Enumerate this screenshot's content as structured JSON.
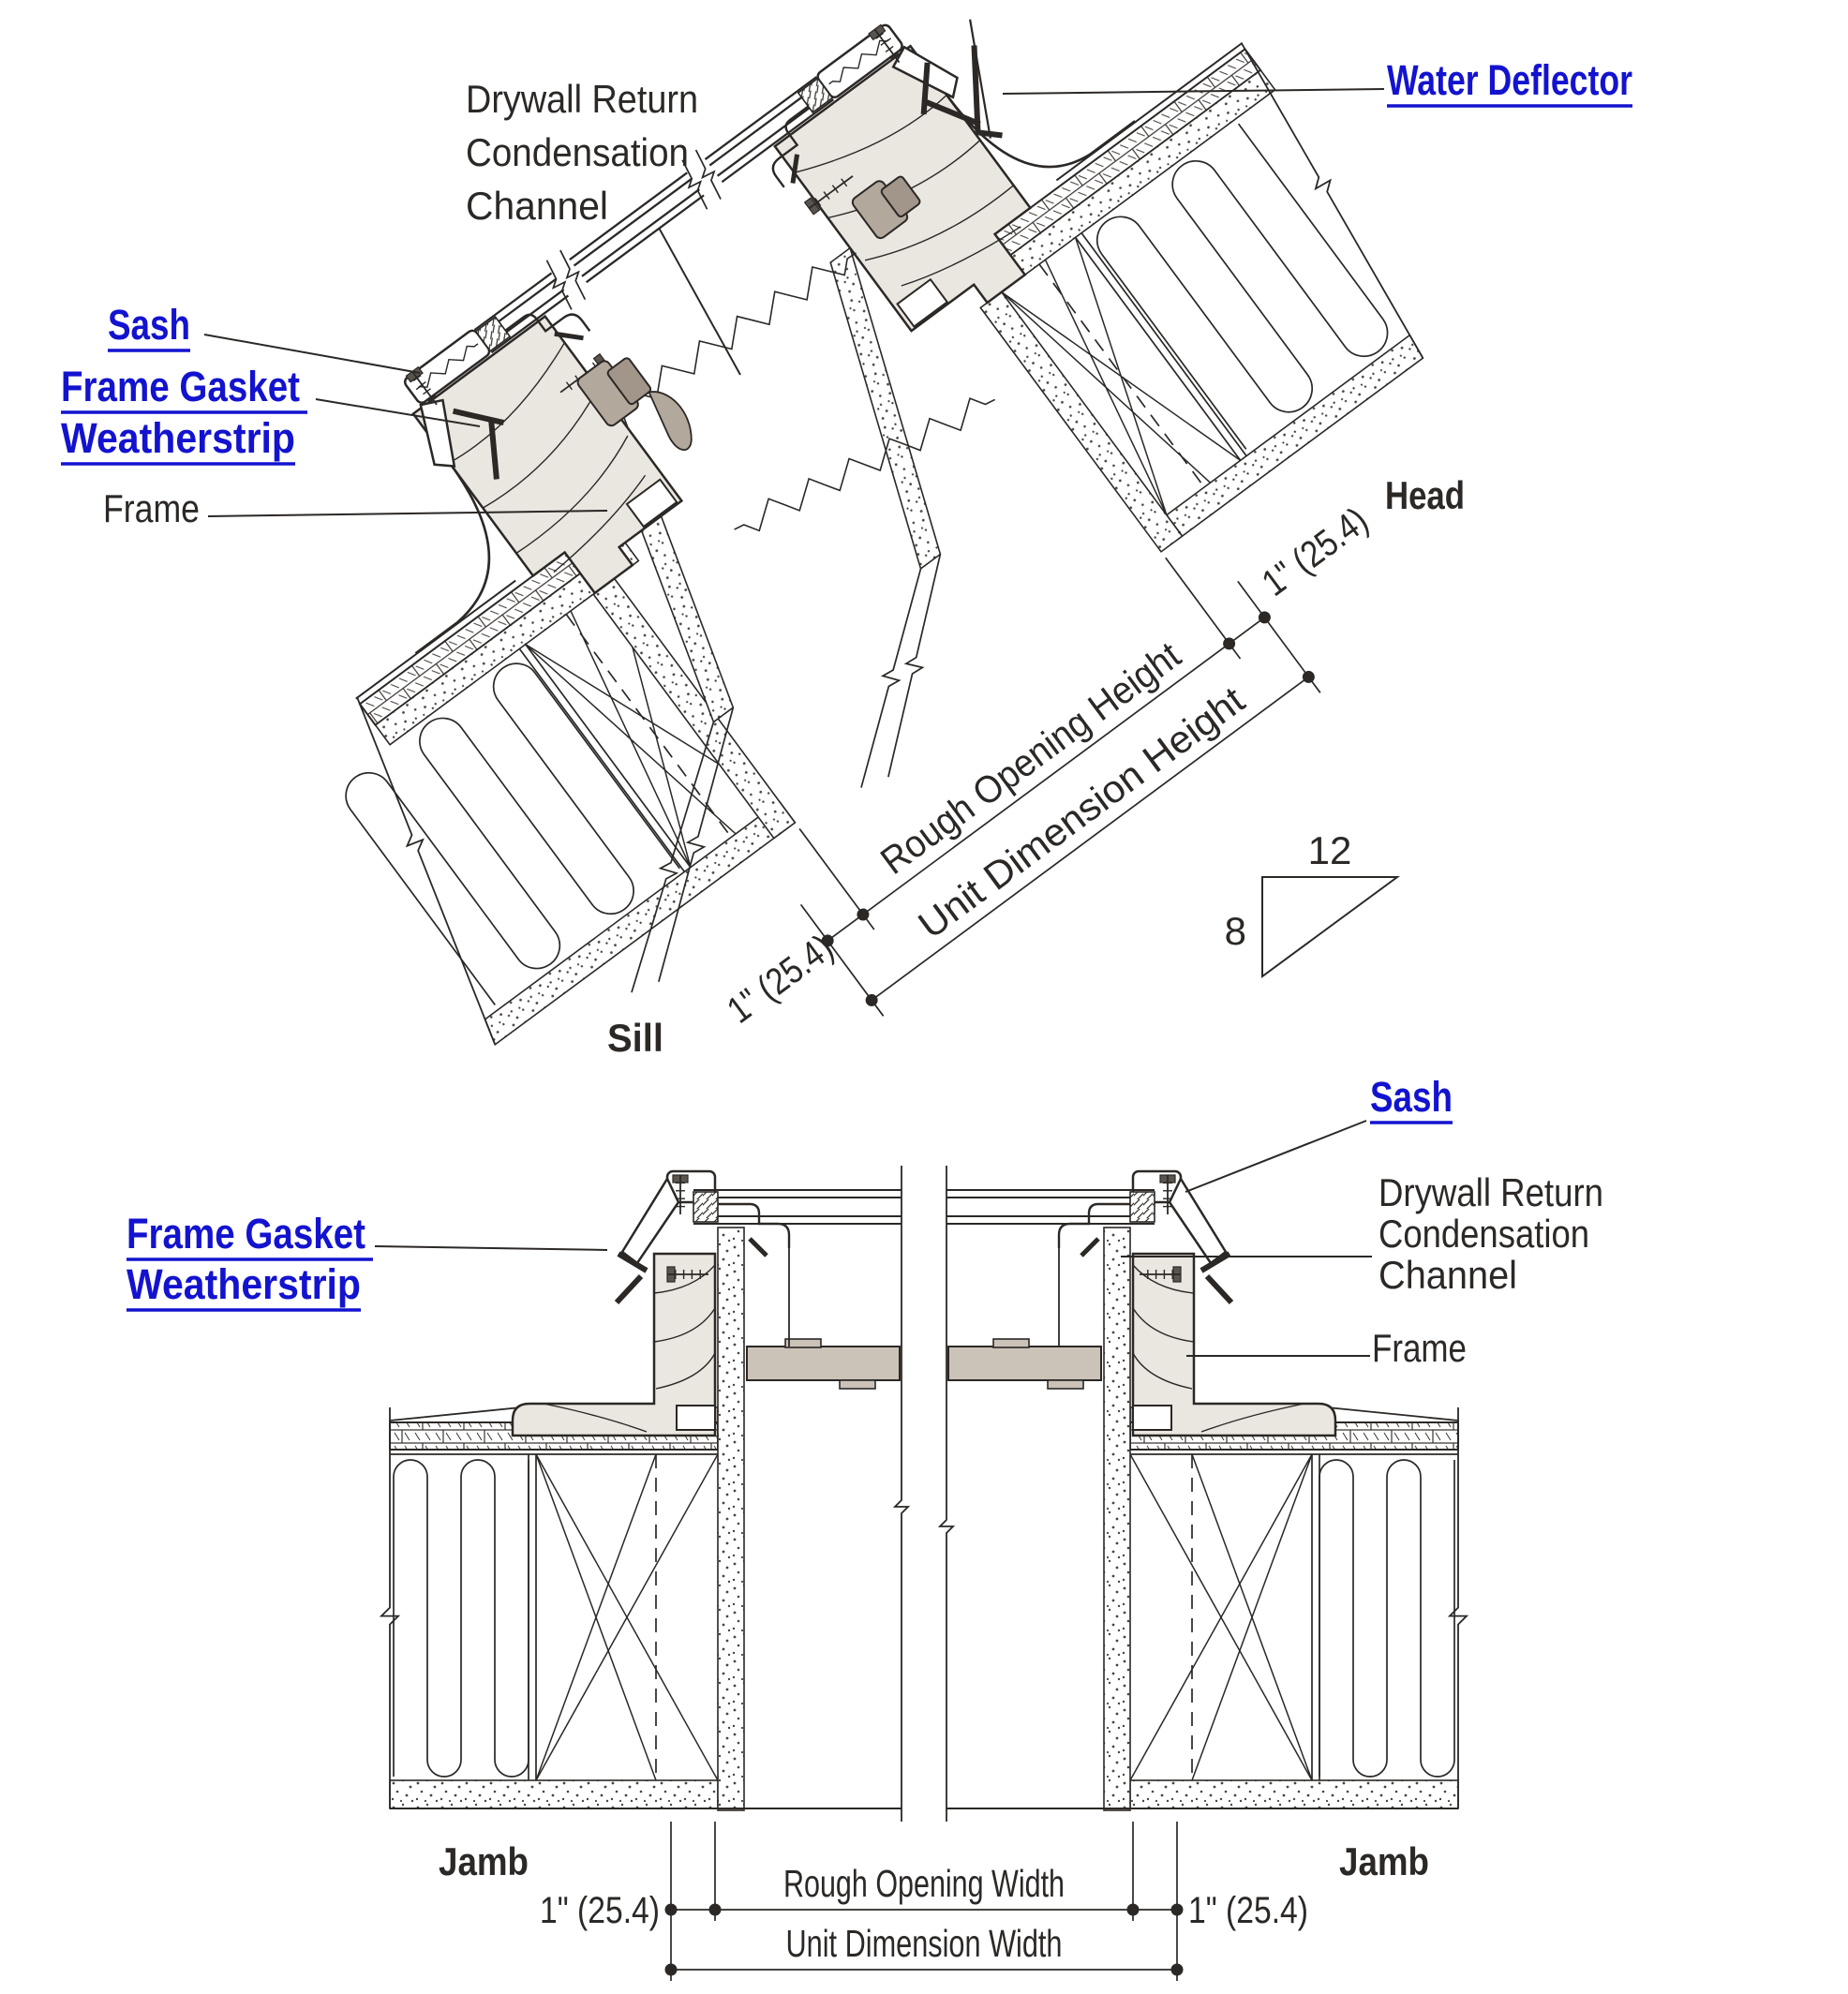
{
  "colors": {
    "line": "#2b2826",
    "link_blue": "#1313cf",
    "wood_fill": "#eae6e0",
    "hardware_gray": "#b3a89c",
    "channel_gray": "#cbc2b8"
  },
  "top_section": {
    "labels": {
      "drywall_return": [
        "Drywall Return",
        "Condensation",
        "Channel"
      ],
      "water_deflector": "Water Deflector",
      "sash": "Sash",
      "frame_gasket": [
        "Frame Gasket",
        "Weatherstrip"
      ],
      "frame": "Frame",
      "head": "Head",
      "sill": "Sill"
    },
    "dimensions": {
      "rough_opening": "Rough Opening Height",
      "unit_dimension": "Unit Dimension Height",
      "offset_sill": "1\" (25.4)",
      "offset_head": "1\" (25.4)"
    },
    "slope_indicator": {
      "run": "12",
      "rise": "8"
    }
  },
  "bottom_section": {
    "labels": {
      "sash": "Sash",
      "drywall_return": [
        "Drywall Return",
        "Condensation",
        "Channel"
      ],
      "frame": "Frame",
      "frame_gasket": [
        "Frame Gasket",
        "Weatherstrip"
      ],
      "jamb_left": "Jamb",
      "jamb_right": "Jamb"
    },
    "dimensions": {
      "rough_opening": "Rough Opening Width",
      "unit_dimension": "Unit Dimension Width",
      "offset_left": "1\" (25.4)",
      "offset_right": "1\" (25.4)"
    }
  }
}
